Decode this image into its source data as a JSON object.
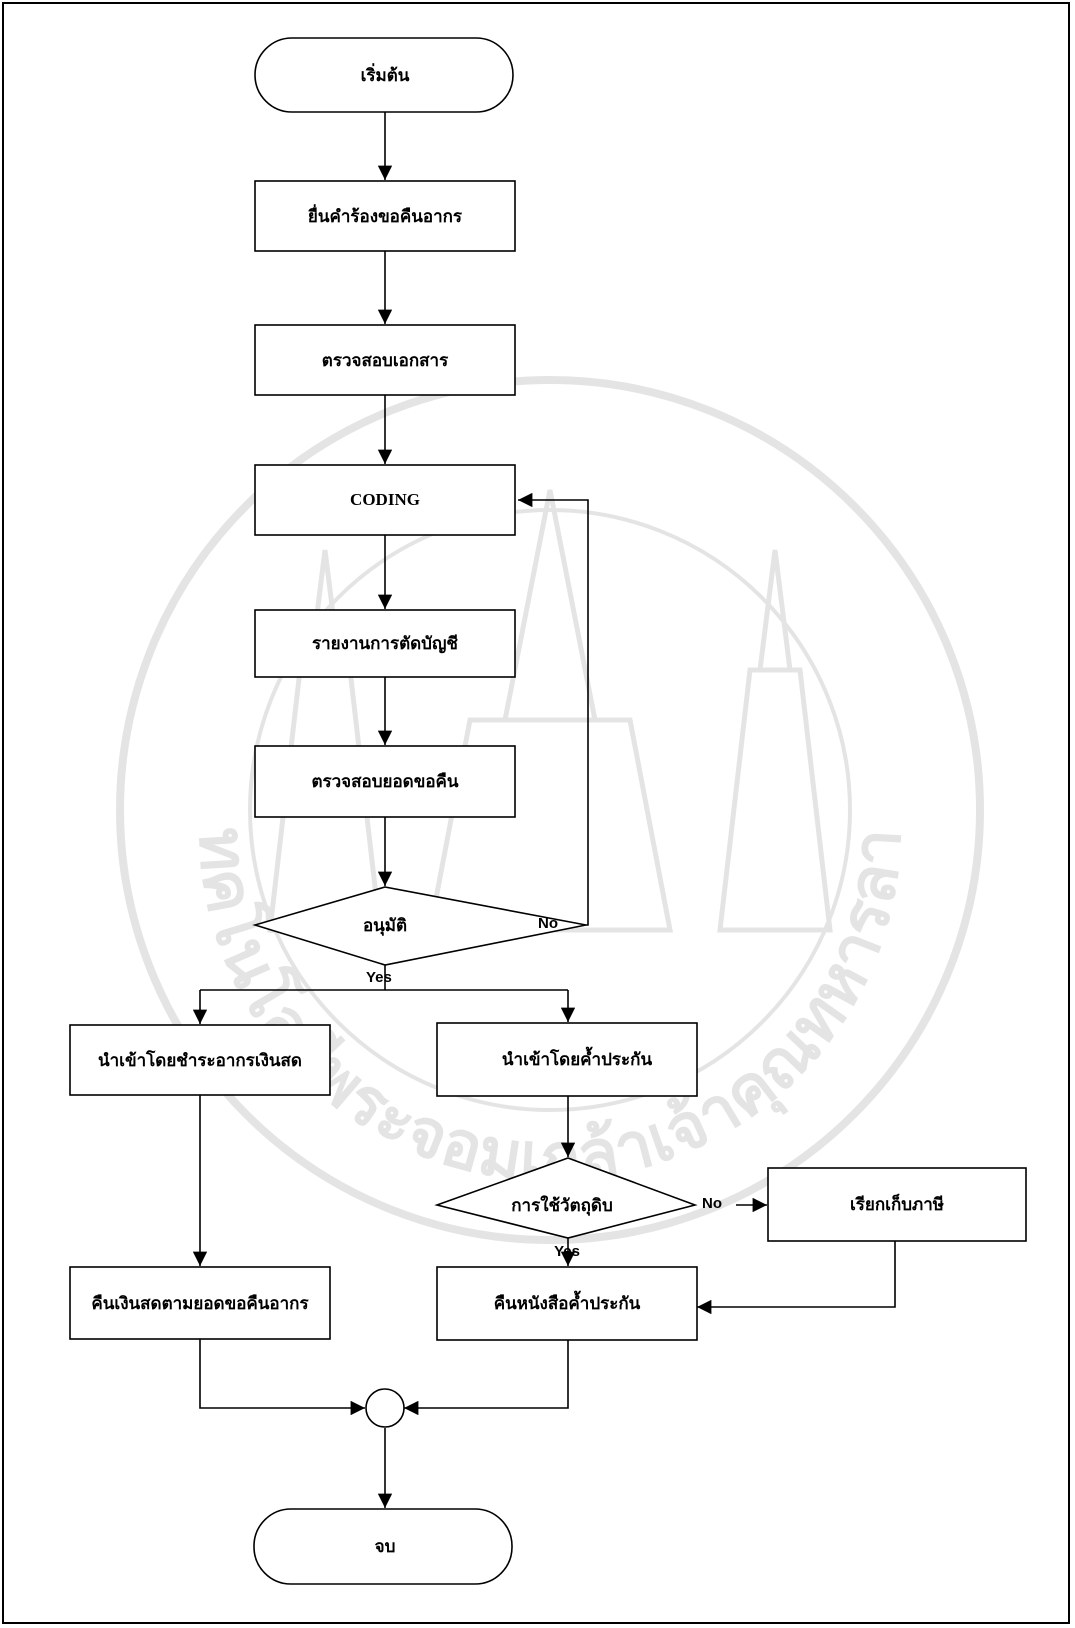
{
  "nodes": {
    "start": "เริ่มต้น",
    "submit_request": "ยื่นคำร้องขอคืนอากร",
    "check_documents": "ตรวจสอบเอกสาร",
    "coding": "CODING",
    "accounting_report": "รายงานการตัดบัญชี",
    "check_refund_amount": "ตรวจสอบยอดขอคืน",
    "approve": "อนุมัติ",
    "import_cash_duty": "นำเข้าโดยชำระอากรเงินสด",
    "import_guarantee": "นำเข้าโดยค้ำประกัน",
    "raw_material_use": "การใช้วัตถุดิบ",
    "collect_tax": "เรียกเก็บภาษี",
    "cash_refund": "คืนเงินสดตามยอดขอคืนอากร",
    "return_guarantee": "คืนหนังสือค้ำประกัน",
    "end": "จบ"
  },
  "edges": {
    "approve_no": "No",
    "approve_yes": "Yes",
    "raw_no": "No",
    "raw_yes": "Yes"
  },
  "watermark": {
    "seal_text": "สถาบันเทคโนโลยีพระจอมเกล้าเจ้าคุณทหารลาดกระบัง"
  },
  "colors": {
    "line": "#000000",
    "background": "#ffffff",
    "watermark": "#8a8a8a"
  }
}
